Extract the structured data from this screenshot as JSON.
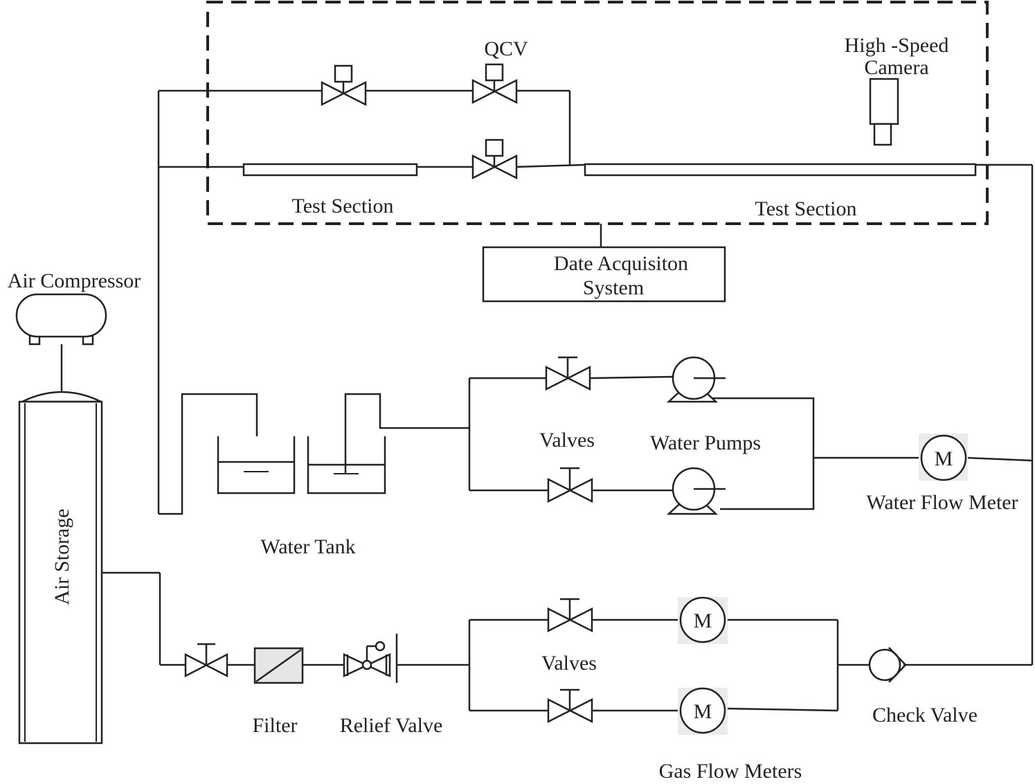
{
  "labels": {
    "qcv": "QCV",
    "camera_line1": "High -Speed",
    "camera_line2": "Camera",
    "test_section_left": "Test Section",
    "test_section_right": "Test Section",
    "daq_line1": "Date Acquisiton",
    "daq_line2": "System",
    "air_compressor": "Air Compressor",
    "air_storage": "Air Storage",
    "valves_water": "Valves",
    "water_pumps": "Water Pumps",
    "water_flow_meter": "Water Flow Meter",
    "water_tank": "Water Tank",
    "valves_gas": "Valves",
    "filter": "Filter",
    "relief_valve": "Relief Valve",
    "check_valve": "Check Valve",
    "gas_flow_meters": "Gas Flow Meters",
    "meter_symbol": "M"
  },
  "colors": {
    "line": "#222222",
    "background": "#ffffff",
    "meter_fill": "#ebebeb"
  }
}
